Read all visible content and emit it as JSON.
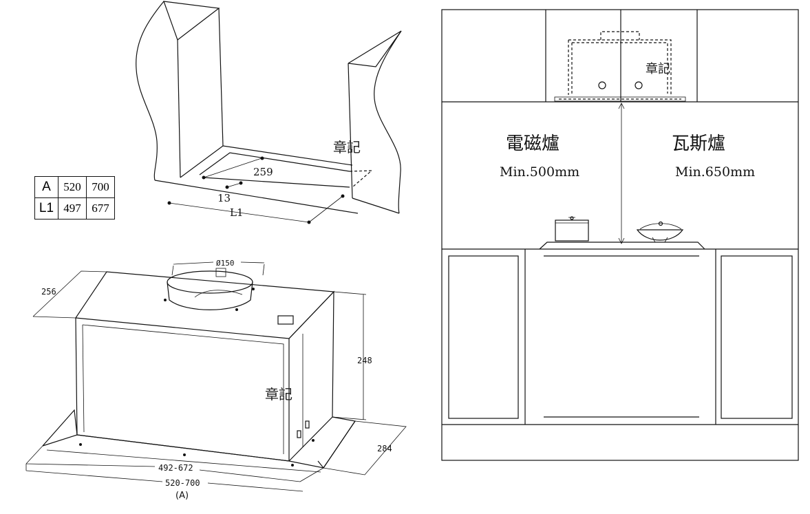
{
  "stamp": "章記",
  "spec_table": {
    "rows": [
      {
        "label": "A",
        "v1": "520",
        "v2": "700"
      },
      {
        "label": "L1",
        "v1": "497",
        "v2": "677"
      }
    ]
  },
  "cutout": {
    "dim_depth": "259",
    "dim_offset": "13",
    "dim_width": "L1"
  },
  "hood": {
    "dim_duct": "Ø150",
    "dim_top_depth": "256",
    "dim_height": "248",
    "dim_bottom_depth": "284",
    "dim_inner_width": "492-672",
    "dim_outer_width": "520-700",
    "caption": "(A)"
  },
  "kitchen": {
    "induction_label": "電磁爐",
    "induction_min": "Min.500mm",
    "gas_label": "瓦斯爐",
    "gas_min": "Min.650mm"
  }
}
